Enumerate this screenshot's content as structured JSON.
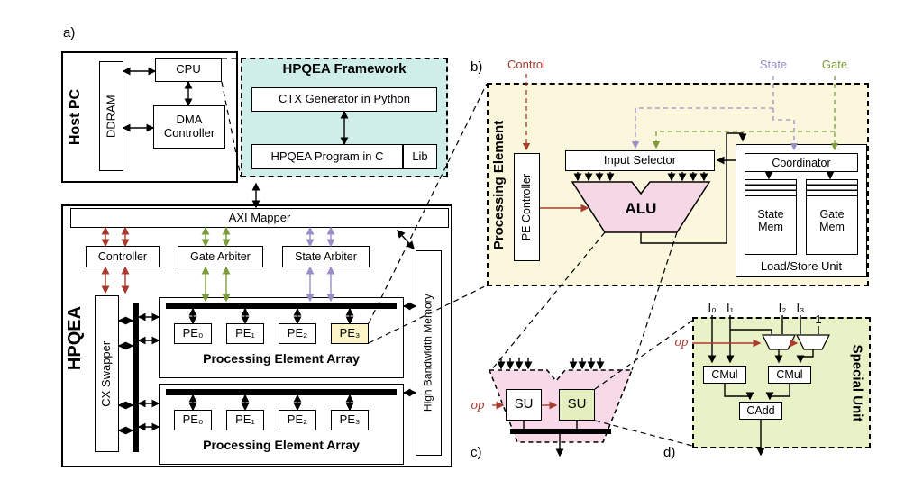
{
  "colors": {
    "teal": "#cfeeea",
    "cream": "#fbf7dd",
    "pink": "#f5d7e5",
    "pinkc": "#f7d9e7",
    "greenbg": "#e9f2c6",
    "sufill": "#e3efbf",
    "pe3": "#fbf5c8",
    "red": "#a93b2d",
    "green": "#7d9c3b",
    "purple": "#9b8ec8"
  },
  "panel_labels": {
    "a": "a)",
    "b": "b)",
    "c": "c)",
    "d": "d)"
  },
  "host_pc": {
    "title": "Host PC",
    "ddram": "DDRAM",
    "cpu": "CPU",
    "dma_controller": "DMA Controller"
  },
  "framework": {
    "title": "HPQEA Framework",
    "ctx_generator": "CTX Generator in Python",
    "program": "HPQEA Program in C",
    "lib": "Lib"
  },
  "hpqea": {
    "title": "HPQEA",
    "axi_mapper": "AXI Mapper",
    "controller": "Controller",
    "gate_arbiter": "Gate Arbiter",
    "state_arbiter": "State Arbiter",
    "cx_swapper": "CX Swapper",
    "high_bandwidth_memory": "High Bandwidth Memory",
    "array1": {
      "label": "Processing Element Array",
      "pes": [
        "PE₀",
        "PE₁",
        "PE₂",
        "PE₃"
      ]
    },
    "array2": {
      "label": "Processing Element Array",
      "pes": [
        "PE₀",
        "PE₁",
        "PE₂",
        "PE₃"
      ]
    }
  },
  "processing_element": {
    "title": "Processing Element",
    "control": "Control",
    "state": "State",
    "gate": "Gate",
    "pe_controller": "PE Controller",
    "input_selector": "Input Selector",
    "alu": "ALU",
    "coordinator": "Coordinator",
    "state_mem": "State Mem",
    "gate_mem": "Gate Mem",
    "load_store": "Load/Store Unit"
  },
  "alu_detail": {
    "op": "op",
    "su1": "SU",
    "su2": "SU"
  },
  "special_unit": {
    "title": "Special Unit",
    "op": "op",
    "inputs": [
      "I₀",
      "I₁",
      "I₂",
      "I₃"
    ],
    "const_one": "1",
    "cmul1": "CMul",
    "cmul2": "CMul",
    "cadd": "CAdd"
  }
}
